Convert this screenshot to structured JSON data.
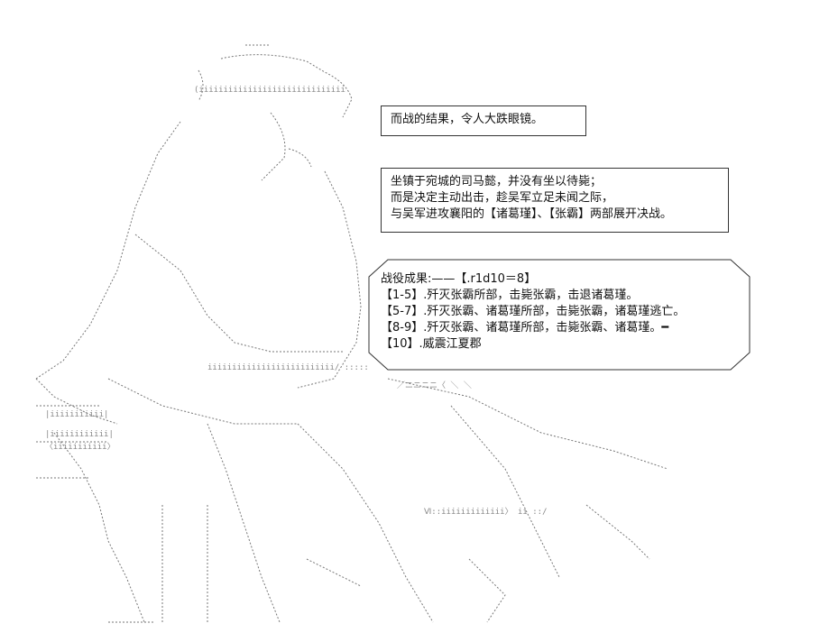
{
  "narration_boxes": [
    {
      "lines": [
        "而战的结果，令人大跌眼镜。"
      ]
    },
    {
      "lines": [
        "坐镇于宛城的司马懿，并没有坐以待毙；",
        "而是决定主动出击，趁吴军立足未闻之际，",
        "与吴军进攻襄阳的【诸葛瑾】、【张霸】两部展开决战。"
      ]
    }
  ],
  "result_box": {
    "title": "战役成果:——【.r1d10＝8】",
    "outcomes": [
      "【1-5】.歼灭张霸所部，击毙张霸，击退诸葛瑾。",
      "【5-7】.歼灭张霸、诸葛瑾所部，击毙张霸，诸葛瑾逃亡。",
      "【8-9】.歼灭张霸、诸葛瑾所部，击毙张霸、诸葛瑾。━",
      "【10】.威震江夏郡"
    ]
  },
  "art": {
    "subject": "ascii-art-figure",
    "line_color": "#666666"
  }
}
